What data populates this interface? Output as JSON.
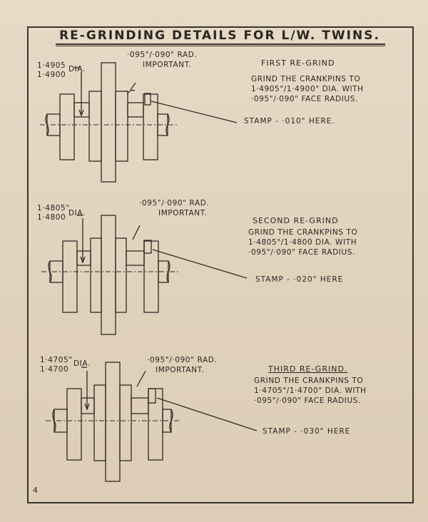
{
  "title": "RE-GRINDING DETAILS FOR L/W. TWINS.",
  "page_number": "4",
  "sections": [
    {
      "dia_top": "1·4905",
      "dia_bottom": "1·4900",
      "dia_suffix": "DIA.",
      "radius": "·095\"/·090\" RAD.",
      "important": "IMPORTANT.",
      "heading": "FIRST RE-GRIND",
      "lines": [
        "GRIND THE CRANKPINS TO",
        "1·4905\"/1·4900\" DIA. WITH",
        "·095\"/·090\" FACE RADIUS."
      ],
      "stamp": "STAMP - ·010\" HERE."
    },
    {
      "dia_top": "1·4805\"",
      "dia_bottom": "1·4800",
      "dia_suffix": "DIA.",
      "radius": "·095\"/·090\" RAD.",
      "important": "IMPORTANT.",
      "heading": "SECOND RE-GRIND",
      "lines": [
        "GRIND THE CRANKPINS TO",
        "1·4805\"/1·4800 DIA. WITH",
        "·095\"/·090\" FACE RADIUS."
      ],
      "stamp": "STAMP - ·020\" HERE"
    },
    {
      "dia_top": "1·4705\"",
      "dia_bottom": "1·4700",
      "dia_suffix": "DIA.",
      "radius": "·095\"/·090\" RAD.",
      "important": "IMPORTANT.",
      "heading": "THIRD RE-GRIND.",
      "lines": [
        "GRIND THE CRANKPINS TO",
        "1·4705\"/1·4700\" DIA. WITH",
        "·095\"/·090\" FACE RADIUS."
      ],
      "stamp": "STAMP - ·030\" HERE"
    }
  ]
}
